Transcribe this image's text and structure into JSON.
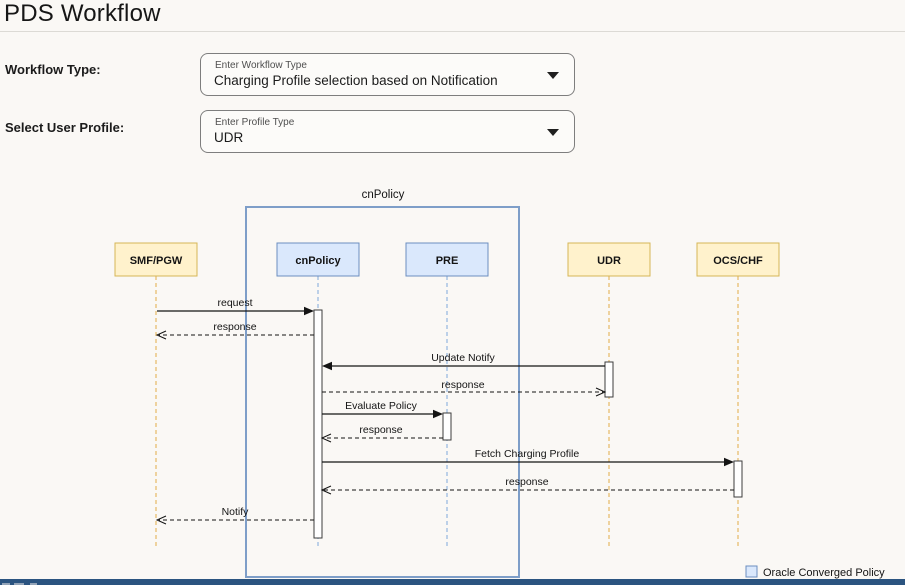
{
  "page": {
    "title": "PDS Workflow"
  },
  "form": {
    "workflow": {
      "label": "Workflow Type:",
      "floating_label": "Enter Workflow Type",
      "value": "Charging Profile selection based on Notification"
    },
    "profile": {
      "label": "Select User Profile:",
      "floating_label": "Enter Profile Type",
      "value": "UDR"
    }
  },
  "diagram": {
    "type": "sequence-diagram",
    "frame_label": "cnPolicy",
    "actors": [
      {
        "label": "SMF/PGW",
        "style": "yellow"
      },
      {
        "label": "cnPolicy",
        "style": "blue"
      },
      {
        "label": "PRE",
        "style": "blue"
      },
      {
        "label": "UDR",
        "style": "yellow"
      },
      {
        "label": "OCS/CHF",
        "style": "yellow"
      }
    ],
    "messages": [
      {
        "label": "request",
        "from": "SMF/PGW",
        "to": "cnPolicy",
        "style": "solid"
      },
      {
        "label": "response",
        "from": "cnPolicy",
        "to": "SMF/PGW",
        "style": "dashed"
      },
      {
        "label": "Update Notify",
        "from": "UDR",
        "to": "cnPolicy",
        "style": "solid"
      },
      {
        "label": "response",
        "from": "cnPolicy",
        "to": "UDR",
        "style": "dashed"
      },
      {
        "label": "Evaluate Policy",
        "from": "cnPolicy",
        "to": "PRE",
        "style": "solid"
      },
      {
        "label": "response",
        "from": "PRE",
        "to": "cnPolicy",
        "style": "dashed"
      },
      {
        "label": "Fetch Charging Profile",
        "from": "cnPolicy",
        "to": "OCS/CHF",
        "style": "solid"
      },
      {
        "label": "response",
        "from": "OCS/CHF",
        "to": "cnPolicy",
        "style": "dashed"
      },
      {
        "label": "Notify",
        "from": "cnPolicy",
        "to": "SMF/PGW",
        "style": "dashed"
      }
    ],
    "legend": {
      "label": "Oracle Converged Policy"
    },
    "colors": {
      "actor_yellow_fill": "#FFF2CC",
      "actor_yellow_stroke": "#D6B656",
      "actor_blue_fill": "#DAE8FC",
      "actor_blue_stroke": "#6C8EBF",
      "lifeline_orange": "#E2AD46",
      "lifeline_blue": "#7FA7DC",
      "frame_stroke": "#7E9EC8",
      "frame_label_blue": "#2196F3",
      "bottom_bar_blue": "#2B5480"
    }
  }
}
